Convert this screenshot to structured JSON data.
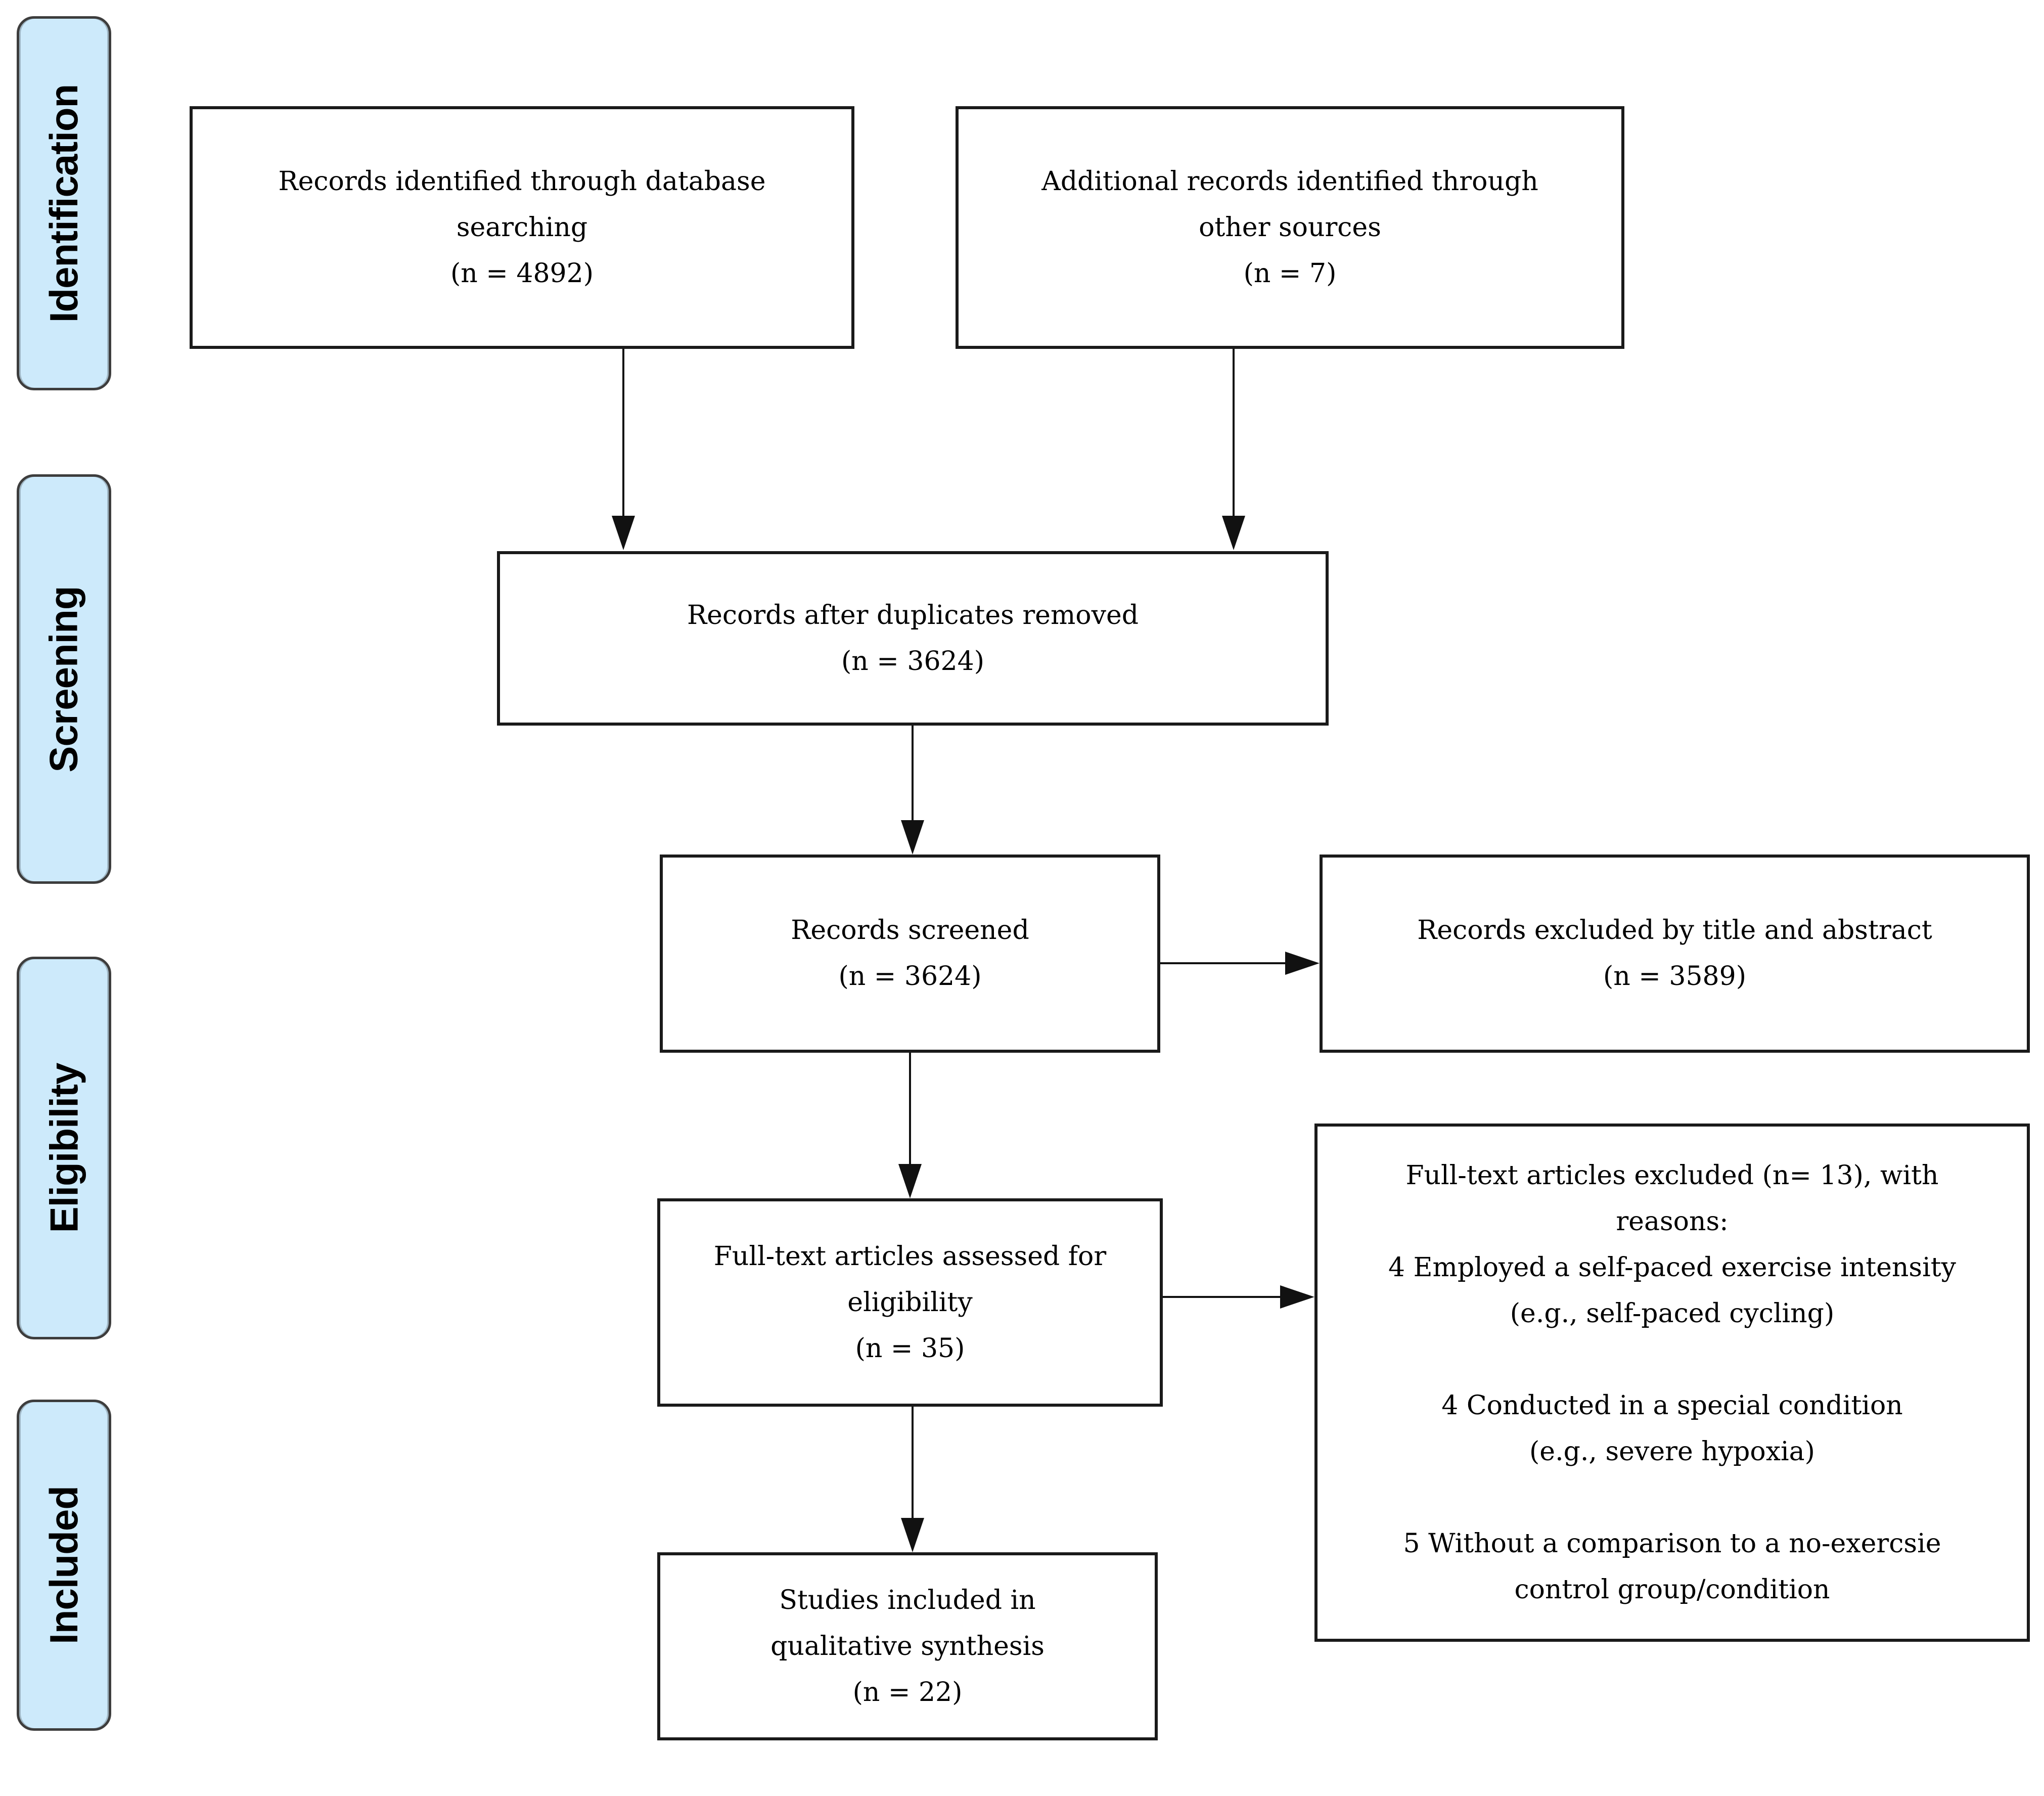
{
  "diagram": {
    "type": "prisma-flow-diagram",
    "stage_labels": [
      "Identification",
      "Screening",
      "Eligibility",
      "Included"
    ],
    "colors": {
      "stage_fill": "#cdeafb",
      "stage_border": "#3d3d3d",
      "box_border": "#1a1a1a",
      "background": "#ffffff",
      "text": "#000000"
    }
  },
  "boxes": {
    "identified": {
      "lines": [
        "Records identified through database",
        "searching",
        "(n = 4892)"
      ]
    },
    "additional": {
      "lines": [
        "Additional records identified through",
        "other sources",
        "(n = 7)"
      ]
    },
    "deduplicated": {
      "lines": [
        "Records after duplicates removed",
        "(n = 3624)"
      ]
    },
    "screened": {
      "lines": [
        "Records screened",
        "(n = 3624)"
      ]
    },
    "excluded_title_abstract": {
      "lines": [
        "Records excluded by title and abstract",
        "(n = 3589)"
      ]
    },
    "fulltext_assessed": {
      "lines": [
        "Full-text articles assessed for",
        "eligibility",
        "(n = 35)"
      ]
    },
    "fulltext_excluded": {
      "lines": [
        "Full-text articles excluded (n= 13), with",
        "reasons:",
        "4 Employed a self-paced exercise intensity",
        "(e.g., self-paced cycling)",
        "",
        "4 Conducted in a special condition",
        "(e.g., severe hypoxia)",
        "",
        "5 Without a comparison to a no-exercsie",
        "control group/condition"
      ]
    },
    "included_qualitative": {
      "lines": [
        "Studies included in",
        "qualitative synthesis",
        "(n = 22)"
      ]
    }
  }
}
